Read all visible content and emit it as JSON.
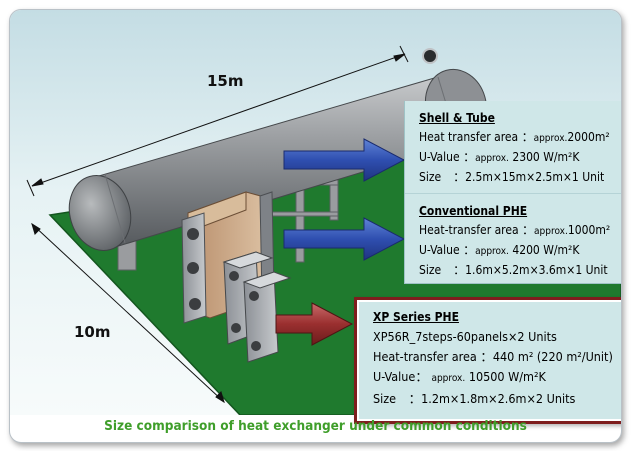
{
  "dimensions": {
    "length_label": "15m",
    "width_label": "10m"
  },
  "shell_tube": {
    "title": "Shell & Tube",
    "area_label": "Heat transfer area ：",
    "area_prefix": "approx.",
    "area_value": "2000m²",
    "uvalue_label": "U-Value ：",
    "uvalue_prefix": "approx.",
    "uvalue_value": "2300 W/m²K",
    "size_label": "Size　：",
    "size_value": "2.5m×15m×2.5m×1 Unit"
  },
  "conventional_phe": {
    "title": "Conventional PHE",
    "area_label": "Heat-transfer area ：",
    "area_prefix": "approx.",
    "area_value": "1000m²",
    "uvalue_label": "U-Value ：",
    "uvalue_prefix": "approx.",
    "uvalue_value": "4200 W/m²K",
    "size_label": "Size　：",
    "size_value": "1.6m×5.2m×3.6m×1 Unit"
  },
  "xp_series": {
    "title": "XP Series PHE",
    "model": "XP56R_7steps-60panels×2 Units",
    "area_label": "Heat-transfer area ：",
    "area_value": "440 m² (220 m²/Unit)",
    "uvalue_label": "U-Value：",
    "uvalue_prefix": "approx.",
    "uvalue_value": "10500 W/m²K",
    "size_label": "Size　：",
    "size_value": "1.2m×1.8m×2.6m×2 Units"
  },
  "caption": "Size comparison of heat exchanger under common conditions",
  "colors": {
    "background": "#e3f0f3",
    "ground": "#1f7a2e",
    "info_box": "#cfe7e8",
    "blue_arrow": "#2f4fb0",
    "red_arrow": "#9a2f2f",
    "xp_border": "#7e1e1e",
    "caption": "#3f9e2a"
  }
}
